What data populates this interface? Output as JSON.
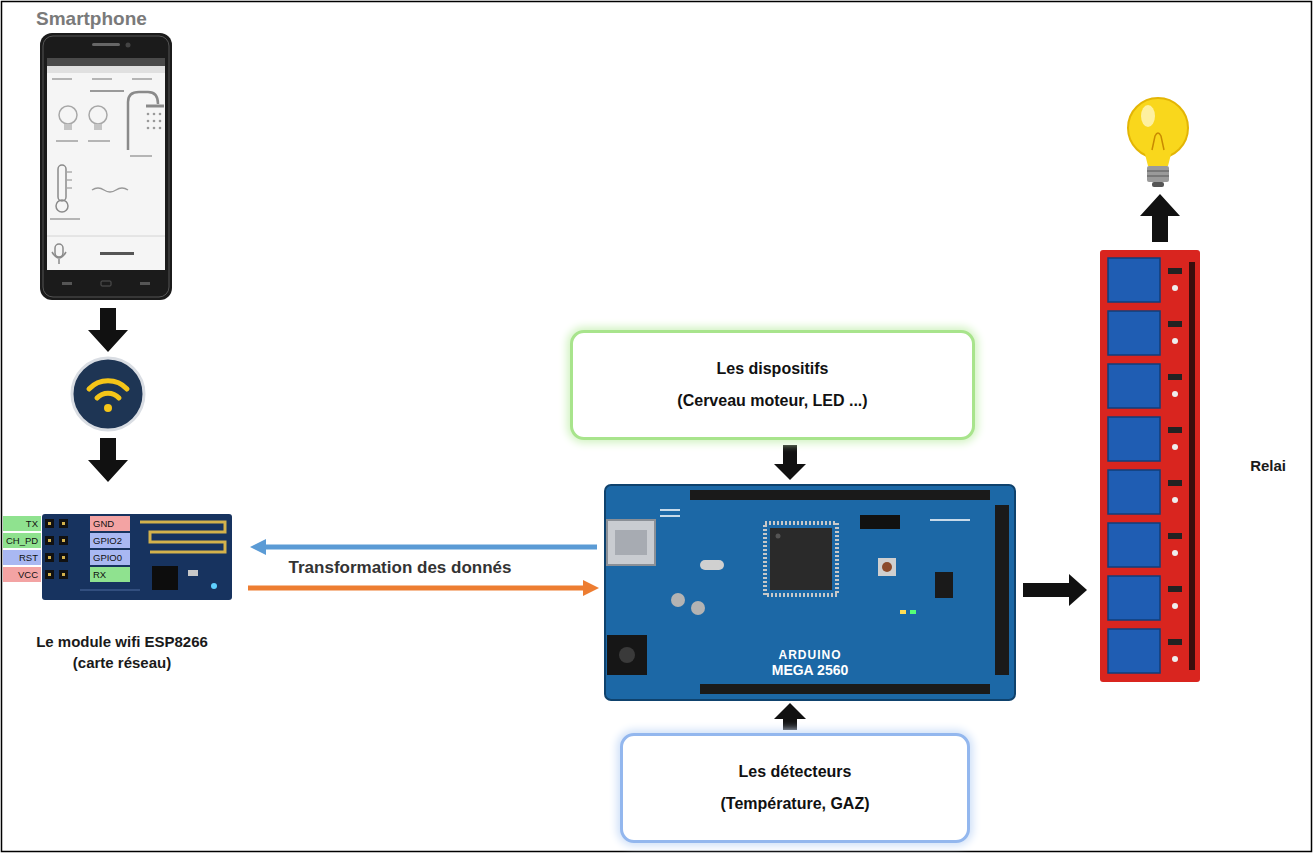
{
  "diagram": {
    "nodes": [
      {
        "text": [
          "Smartphone"
        ]
      },
      {
        "text": [
          "Le module wifi ESP8266 (carte réseau)"
        ]
      },
      {
        "text": [
          "Les dispositifs",
          "(Cerveau moteur, LED ...)"
        ]
      },
      {
        "text": [
          "ARDUINO",
          "MEGA 2560"
        ]
      },
      {
        "text": [
          "Les détecteurs",
          "(Température, GAZ)"
        ]
      },
      {
        "text": [
          "Relai"
        ]
      }
    ],
    "edges": [
      {
        "from": 3,
        "to": 1,
        "arrow": "to"
      },
      {
        "from": 1,
        "to": 3,
        "arrow": "to"
      },
      {
        "from": 2,
        "to": 3,
        "arrow": "to"
      },
      {
        "from": 4,
        "to": 3,
        "arrow": "to"
      },
      {
        "from": 3,
        "to": 5,
        "arrow": "to"
      }
    ],
    "labels": [
      "TX",
      "CH_PD",
      "RST",
      "VCC",
      "GND",
      "GPIO2",
      "GPIO0",
      "RX",
      "Transformation des donnés"
    ]
  }
}
